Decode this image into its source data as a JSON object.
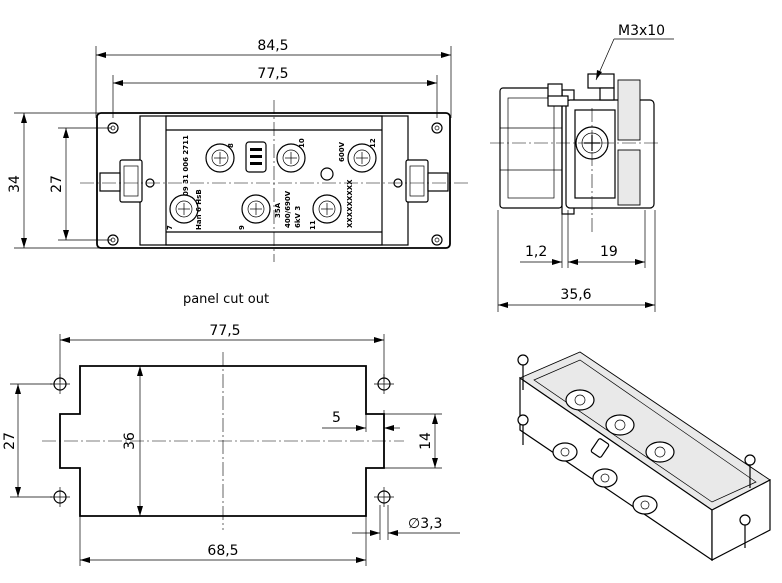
{
  "front_view": {
    "dim_overall_width": "84,5",
    "dim_mounting_width": "77,5",
    "dim_overall_height": "34",
    "dim_mounting_height": "27",
    "contacts": [
      "7",
      "8",
      "9",
      "10",
      "11",
      "12"
    ],
    "marking_part_no": "09 31 006 2711",
    "marking_name": "Han 6 HsB",
    "marking_rating": "35A",
    "marking_voltage": "400/690V",
    "marking_kv": "6kV 3",
    "marking_600v": "600V",
    "marking_serial": "XXXXXXXXX"
  },
  "side_view": {
    "screw_label": "M3x10",
    "dim_offset": "1,2",
    "dim_depth": "19",
    "dim_total": "35,6"
  },
  "panel_cut_out": {
    "title": "panel cut out",
    "dim_hole_spacing": "77,5",
    "dim_vertical_spacing": "27",
    "dim_height": "36",
    "dim_notch": "5",
    "dim_notch_height": "14",
    "dim_hole_diameter": "∅3,3",
    "dim_width": "68,5"
  }
}
